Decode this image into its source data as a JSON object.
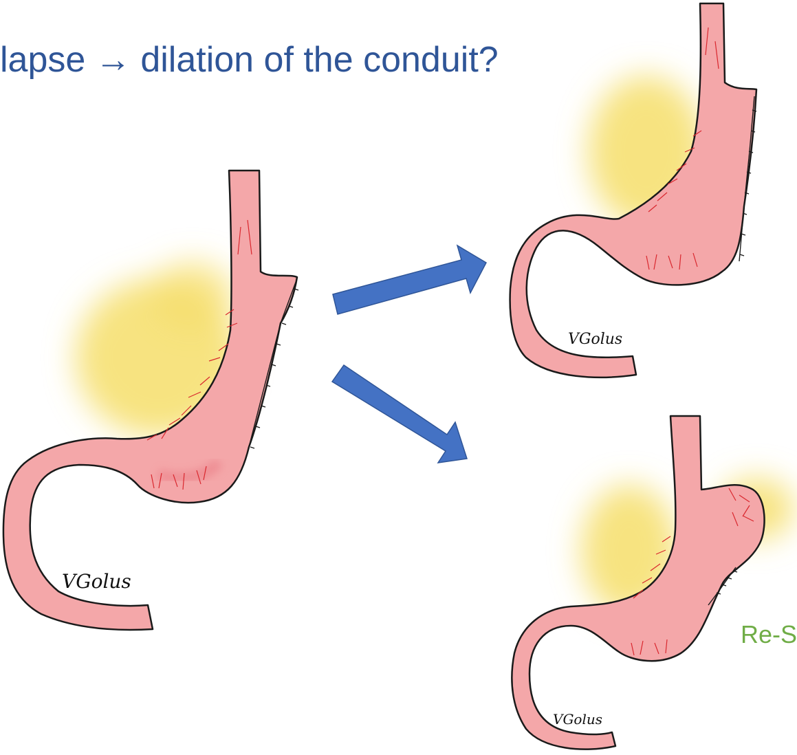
{
  "title": {
    "before": "lapse",
    "arrow": "→",
    "after": "dilation of the conduit?"
  },
  "side_label": "Re-S",
  "colors": {
    "title": "#2F5597",
    "arrow": "#4472C4",
    "side_label": "#70AD47",
    "conduit_fill": "#F4A7A9",
    "conduit_outline": "#1a1a1a",
    "vessels": "#D9272E",
    "fat_haze": "#F6DE6A"
  },
  "illustrations": [
    {
      "role": "original-conduit",
      "signature": "VGolus"
    },
    {
      "role": "dilated-conduit",
      "signature": "VGolus"
    },
    {
      "role": "resection-conduit",
      "signature": "VGolus"
    }
  ],
  "arrows": [
    {
      "role": "to-dilated-conduit",
      "icon": "block-arrow-up-right"
    },
    {
      "role": "to-resection-conduit",
      "icon": "block-arrow-down-right"
    }
  ]
}
